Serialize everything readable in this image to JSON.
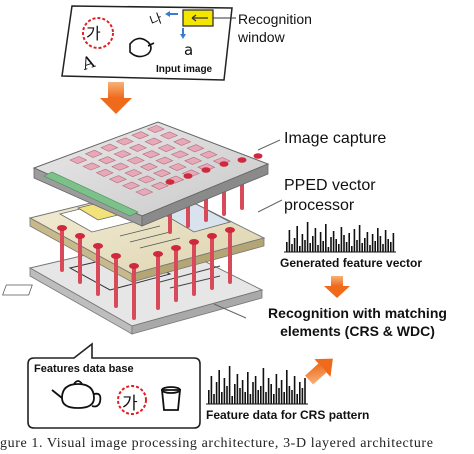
{
  "labels": {
    "recognition_window": "Recognition window",
    "input_image": "Input image",
    "image_capture": "Image capture",
    "pped_processor": "PPED vector processor",
    "generated_feature_vector": "Generated feature vector",
    "recognition_matching": "Recognition with matching elements (CRS & WDC)",
    "features_db": "Features data base",
    "feature_data_crs": "Feature data for CRS pattern"
  },
  "input_glyphs": {
    "ga_char": "가",
    "a_char": "a",
    "big_a": "A",
    "hangul_top": "나"
  },
  "db_glyphs": {
    "ga_char": "가"
  },
  "caption": "gure 1. Visual image processing architecture, 3-D layered architecture",
  "colors": {
    "arrow_orange": "#f07a2a",
    "highlight_yellow": "#f5e600",
    "pillar_red": "#d84a5a",
    "chip_pink": "#e6a9b8",
    "circle_red": "#e02020",
    "arrow_blue": "#3a7bd5"
  }
}
